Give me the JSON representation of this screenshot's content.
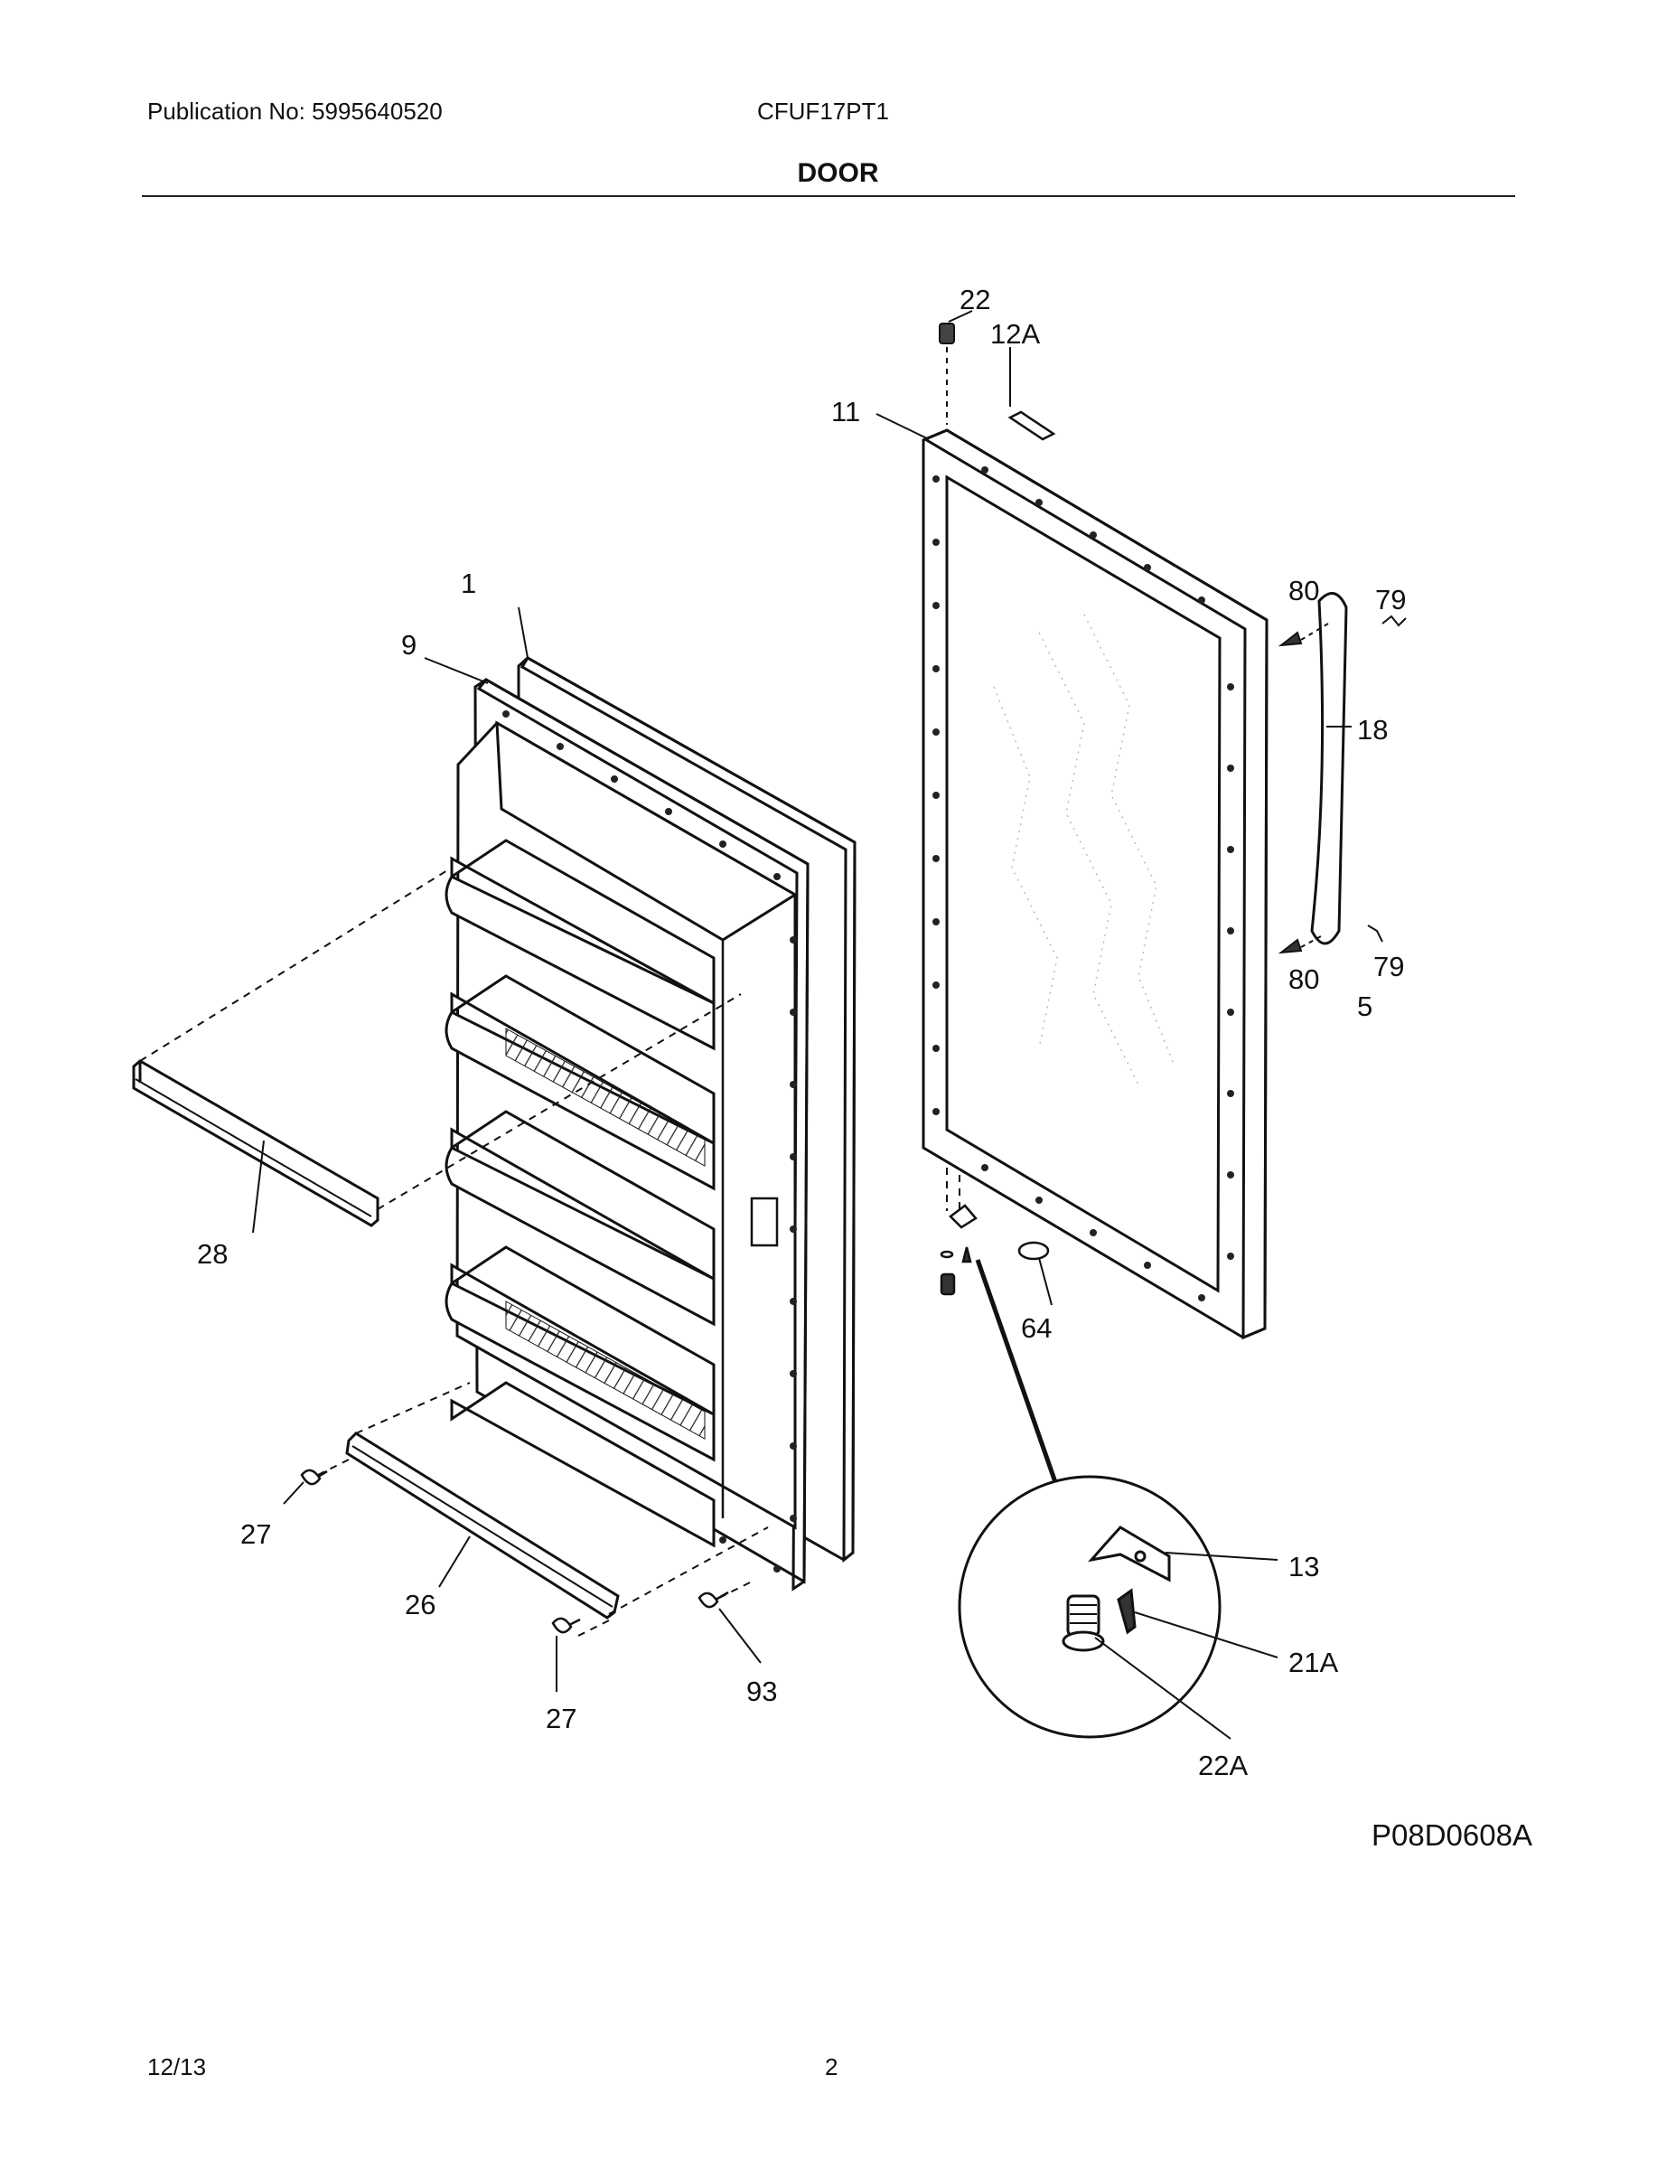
{
  "header": {
    "publication": "Publication No: 5995640520",
    "model": "CFUF17PT1",
    "title": "DOOR"
  },
  "figure_code": "P08D0608A",
  "footer": {
    "date": "12/13",
    "page": "2"
  },
  "callouts": {
    "c1": "1",
    "c9": "9",
    "c11": "11",
    "c22": "22",
    "c12a": "12A",
    "c80_top": "80",
    "c79_top": "79",
    "c18": "18",
    "c80_bot": "80",
    "c79_bot": "79",
    "c5": "5",
    "c28": "28",
    "c64": "64",
    "c27_left": "27",
    "c26": "26",
    "c27_bot": "27",
    "c93": "93",
    "c13": "13",
    "c21a": "21A",
    "c22a": "22A"
  }
}
